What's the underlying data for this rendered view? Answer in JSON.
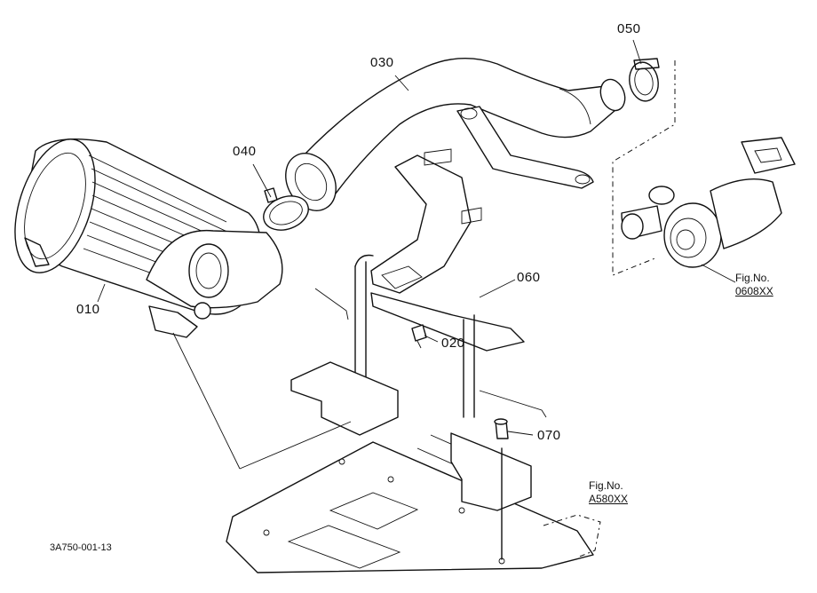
{
  "parts": {
    "p010": "010",
    "p020": "020",
    "p030": "030",
    "p040": "040",
    "p050": "050",
    "p060": "060",
    "p070": "070"
  },
  "figure_refs": {
    "turbo": {
      "label": "Fig.No.",
      "number": "0608XX"
    },
    "frame": {
      "label": "Fig.No.",
      "number": "A580XX"
    }
  },
  "drawing_code": "3A750-001-13"
}
